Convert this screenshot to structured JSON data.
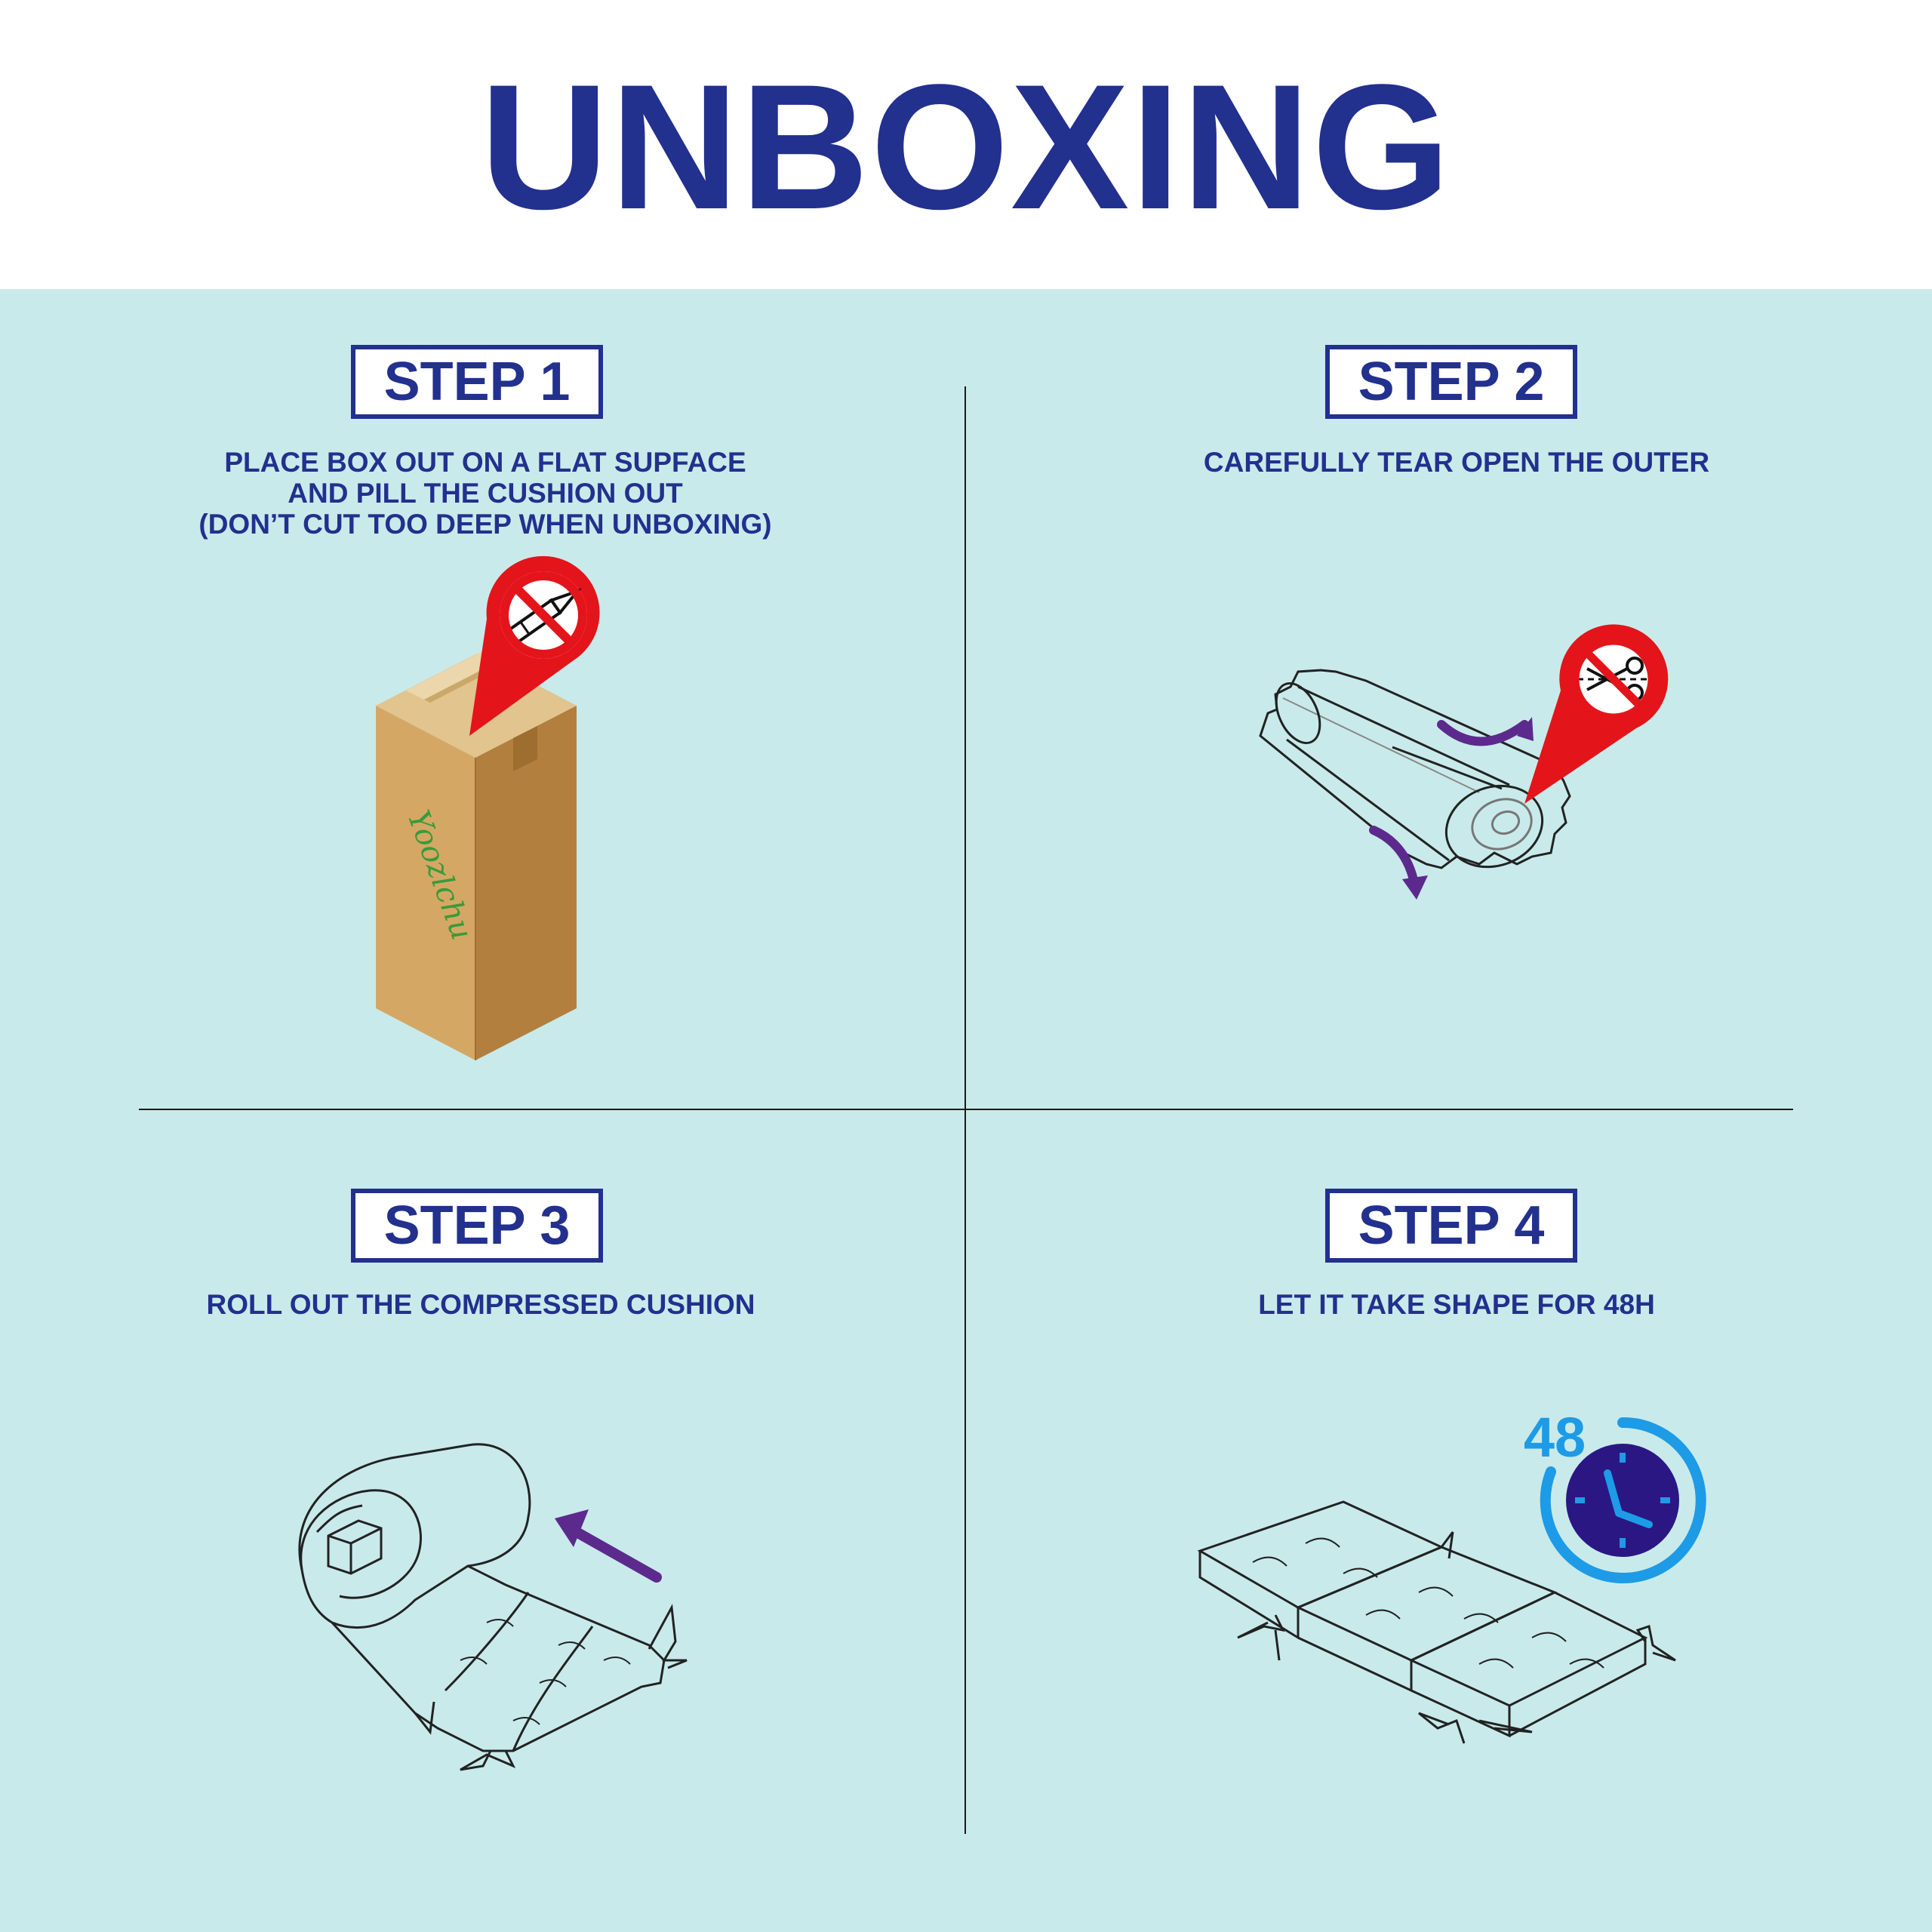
{
  "title": "UNBOXING",
  "steps": [
    {
      "label": "STEP 1",
      "lines": [
        "PLACE BOX OUT ON A FLAT SUPFACE",
        "AND PILL THE CUSHION OUT",
        "(DON’T CUT TOO DEEP WHEN UNBOXING)"
      ],
      "illustration": "cardboard-box-with-no-knife-sign"
    },
    {
      "label": "STEP 2",
      "lines": [
        "CAREFULLY TEAR OPEN THE OUTER"
      ],
      "illustration": "wrapped-cushion-roll-with-no-scissors-sign"
    },
    {
      "label": "STEP 3",
      "lines": [
        "ROLL OUT THE COMPRESSED CUSHION"
      ],
      "illustration": "rolled-cushion-with-arrow"
    },
    {
      "label": "STEP 4",
      "lines": [
        "LET IT TAKE SHAPE FOR 48H"
      ],
      "illustration": "flat-cushion-with-clock",
      "clock_label": "48"
    }
  ],
  "box_brand": "Yoozlchu",
  "colors": {
    "title": "#22308e",
    "background": "#c9eaeb",
    "prohibition_red": "#e4141b",
    "arrow_purple": "#5c2a8c",
    "clock_blue": "#1d9be6",
    "clock_face": "#2a1784",
    "box_front": "#d4a864",
    "box_side": "#b27f3e",
    "box_top": "#e2c48e"
  }
}
